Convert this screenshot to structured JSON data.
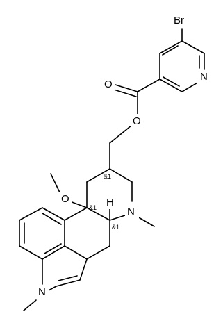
{
  "molecule": {
    "labels": {
      "br": "Br",
      "n_pyridine": "N",
      "o_carbonyl": "O",
      "o_ester": "O",
      "o_methoxy": "O",
      "h": "H",
      "n_piperidine": "N",
      "n_indole": "N"
    },
    "stereo_flags": {
      "c8": "&1",
      "c10": "&1",
      "c5": "&1"
    }
  }
}
